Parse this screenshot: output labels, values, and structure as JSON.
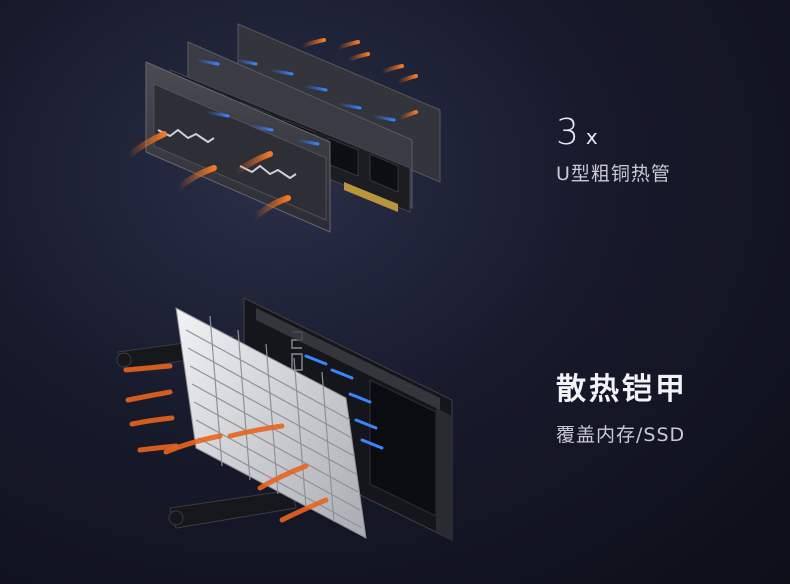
{
  "feature1": {
    "count": "3",
    "multiplier": "x",
    "subtitle": "U型粗铜热管"
  },
  "feature2": {
    "title": "散热铠甲",
    "subtitle": "覆盖内存/SSD"
  },
  "colors": {
    "airflow_hot": "#e8641e",
    "airflow_cool": "#2f6fe8",
    "heatsink_dark": "#3a3b42",
    "heatsink_silver": "#d9dadf"
  }
}
